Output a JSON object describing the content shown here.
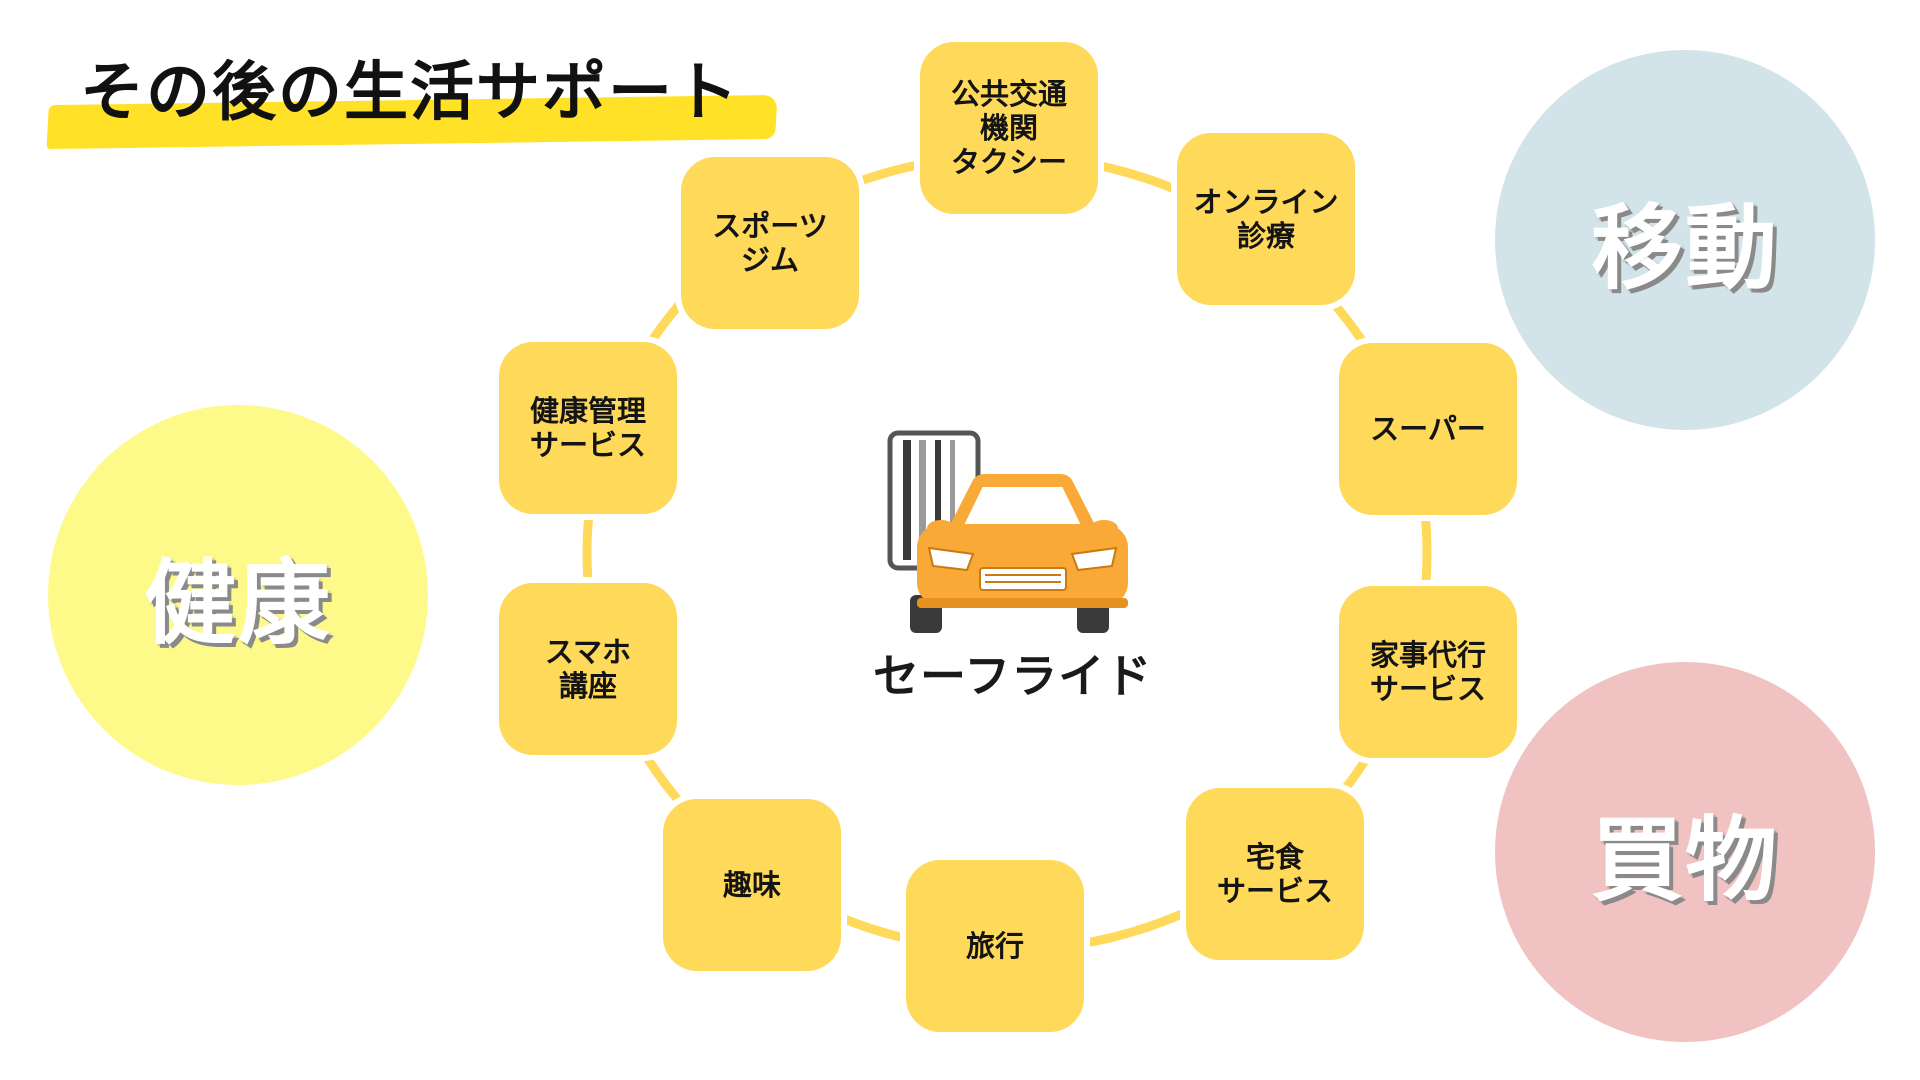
{
  "title": "その後の生活サポート",
  "categories": {
    "health": "健康",
    "mobility": "移動",
    "shopping": "買物"
  },
  "services": [
    {
      "id": "public-transport",
      "label": "公共交通\n機関\nタクシー"
    },
    {
      "id": "online-consultation",
      "label": "オンライン\n診療"
    },
    {
      "id": "supermarket",
      "label": "スーパー"
    },
    {
      "id": "housework",
      "label": "家事代行\nサービス"
    },
    {
      "id": "meal-delivery",
      "label": "宅食\nサービス"
    },
    {
      "id": "travel",
      "label": "旅行"
    },
    {
      "id": "hobby",
      "label": "趣味"
    },
    {
      "id": "smartphone-course",
      "label": "スマホ\n講座"
    },
    {
      "id": "health-management",
      "label": "健康管理\nサービス"
    },
    {
      "id": "sports-gym",
      "label": "スポーツ\nジム"
    }
  ],
  "logo": {
    "name": "セーフライド"
  },
  "colors": {
    "title_highlight": "#ffe227",
    "service_box": "#ffd95a",
    "ring": "#ffd95a",
    "health_circle": "#fefa8a",
    "mobility_circle": "#d3e3ea",
    "shopping_circle": "#f1c2c2",
    "car_body": "#f9a937"
  }
}
